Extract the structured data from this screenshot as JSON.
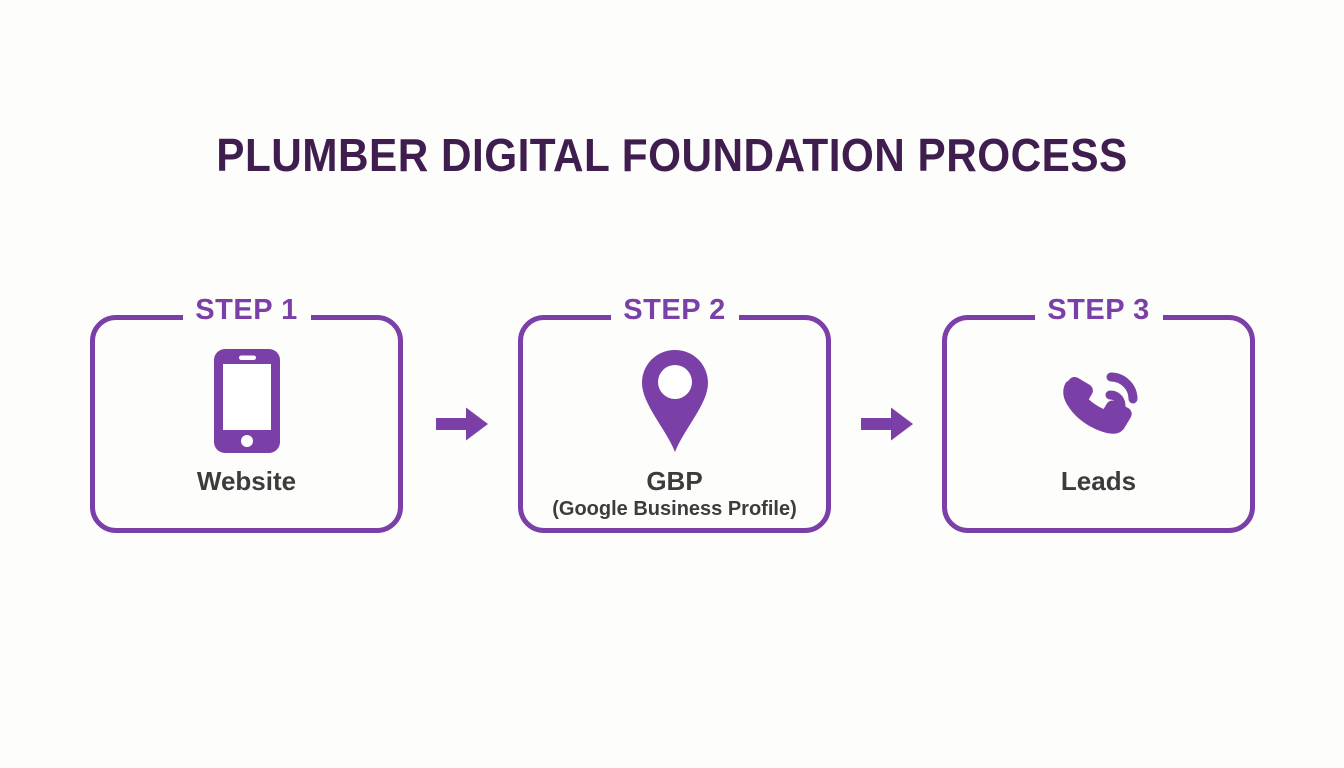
{
  "title": "PLUMBER DIGITAL FOUNDATION PROCESS",
  "colors": {
    "title_purple": "#3f1e4f",
    "accent_purple": "#7b3fa8",
    "caption_gray": "#3c3c3c",
    "background": "#fdfdfc"
  },
  "steps": [
    {
      "step_label": "STEP 1",
      "icon": "smartphone-icon",
      "caption_main": "Website",
      "caption_sub": ""
    },
    {
      "step_label": "STEP 2",
      "icon": "map-pin-icon",
      "caption_main": "GBP",
      "caption_sub": "(Google Business Profile)"
    },
    {
      "step_label": "STEP 3",
      "icon": "ringing-phone-icon",
      "caption_main": "Leads",
      "caption_sub": ""
    }
  ],
  "connectors": [
    {
      "icon": "arrow-right-icon",
      "from": "STEP 1",
      "to": "STEP 2"
    },
    {
      "icon": "arrow-right-icon",
      "from": "STEP 2",
      "to": "STEP 3"
    }
  ]
}
